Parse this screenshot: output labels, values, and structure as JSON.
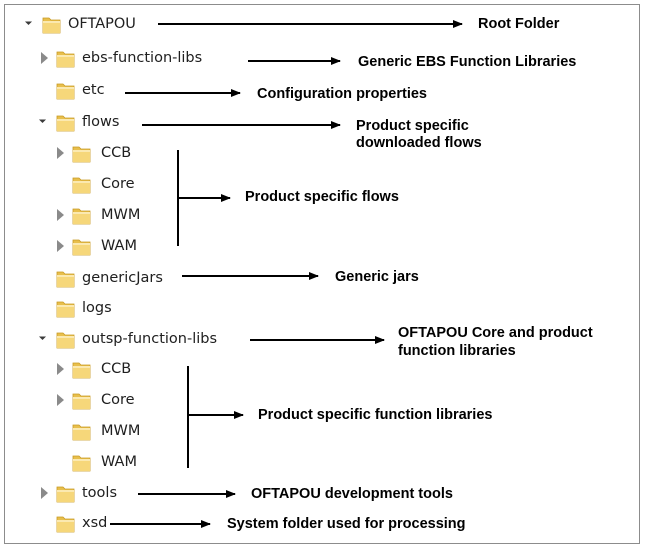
{
  "tree": [
    {
      "id": "oftapou",
      "label": "OFTAPOU",
      "state": "expanded"
    },
    {
      "id": "ebs-function-libs",
      "label": "ebs-function-libs",
      "state": "collapsed"
    },
    {
      "id": "etc",
      "label": "etc",
      "state": "none"
    },
    {
      "id": "flows",
      "label": "flows",
      "state": "expanded"
    },
    {
      "id": "flows-ccb",
      "label": "CCB",
      "state": "collapsed"
    },
    {
      "id": "flows-core",
      "label": "Core",
      "state": "none"
    },
    {
      "id": "flows-mwm",
      "label": "MWM",
      "state": "collapsed"
    },
    {
      "id": "flows-wam",
      "label": "WAM",
      "state": "collapsed"
    },
    {
      "id": "genericjars",
      "label": "genericJars",
      "state": "none"
    },
    {
      "id": "logs",
      "label": "logs",
      "state": "none"
    },
    {
      "id": "outsp-function-libs",
      "label": "outsp-function-libs",
      "state": "expanded"
    },
    {
      "id": "outsp-ccb",
      "label": "CCB",
      "state": "collapsed"
    },
    {
      "id": "outsp-core",
      "label": "Core",
      "state": "collapsed"
    },
    {
      "id": "outsp-mwm",
      "label": "MWM",
      "state": "none"
    },
    {
      "id": "outsp-wam",
      "label": "WAM",
      "state": "none"
    },
    {
      "id": "tools",
      "label": "tools",
      "state": "collapsed"
    },
    {
      "id": "xsd",
      "label": "xsd",
      "state": "none"
    }
  ],
  "annotations": {
    "root": "Root Folder",
    "ebs": "Generic EBS Function Libraries",
    "etc": "Configuration properties",
    "flows_line1": "Product specific",
    "flows_line2": "downloaded flows",
    "product_flows": "Product specific flows",
    "generic_jars": "Generic jars",
    "outsp_line1": "OFTAPOU Core and product",
    "outsp_line2": "function libraries",
    "product_function_libs": "Product specific function libraries",
    "tools": "OFTAPOU development tools",
    "xsd": "System folder used for processing"
  },
  "colors": {
    "folder_body": "#e8bf4c",
    "folder_front": "#f6d77a",
    "text": "#202020",
    "arrow": "#000000",
    "border": "#8c8c8c"
  },
  "icons": {
    "folder": "folder-icon",
    "expanded": "expanded-triangle-icon",
    "collapsed": "collapsed-triangle-icon"
  }
}
